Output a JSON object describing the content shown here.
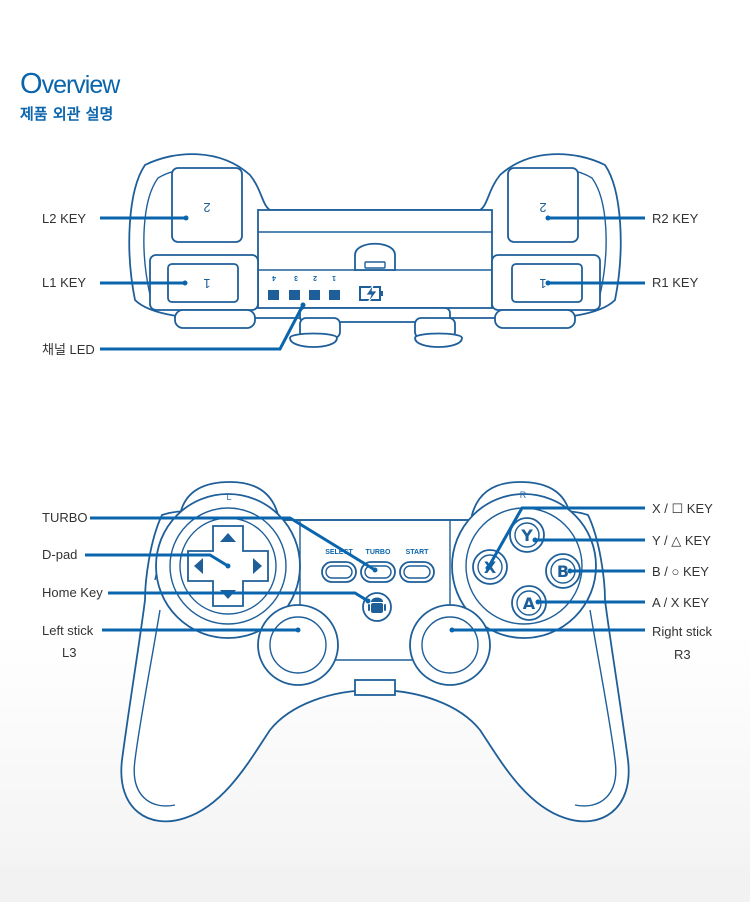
{
  "header": {
    "title_first": "O",
    "title_rest": "verview",
    "subtitle": "제품 외관 설명"
  },
  "top_view": {
    "labels": {
      "l2": "L2 KEY",
      "l1": "L1 KEY",
      "r2": "R2 KEY",
      "r1": "R1 KEY",
      "channel_led": "채널 LED"
    },
    "key_numbers": {
      "l2": "2",
      "l1": "1",
      "r2": "2",
      "r1": "1"
    },
    "led_numbers": [
      "4",
      "3",
      "2",
      "1"
    ]
  },
  "front_view": {
    "shoulder_tags": {
      "left": "L",
      "right": "R"
    },
    "center_labels": {
      "select": "SELECT",
      "turbo": "TURBO",
      "start": "START"
    },
    "face_letters": {
      "y": "Y",
      "x": "X",
      "b": "B",
      "a": "A"
    },
    "labels_left": {
      "turbo": "TURBO",
      "dpad": "D-pad",
      "home": "Home Key",
      "left_stick": "Left stick",
      "l3": "L3"
    },
    "labels_right": {
      "x": "X / ☐  KEY",
      "y": "Y / △  KEY",
      "b": "B / ○  KEY",
      "a": "A / X  KEY",
      "right_stick": "Right stick",
      "r3": "R3"
    }
  },
  "colors": {
    "accent": "#0a65ad",
    "outline": "#1f5f99",
    "text": "#333333"
  },
  "icons": [
    "android-icon",
    "battery-charge-icon",
    "usb-port-icon",
    "dpad-arrow-icons"
  ]
}
